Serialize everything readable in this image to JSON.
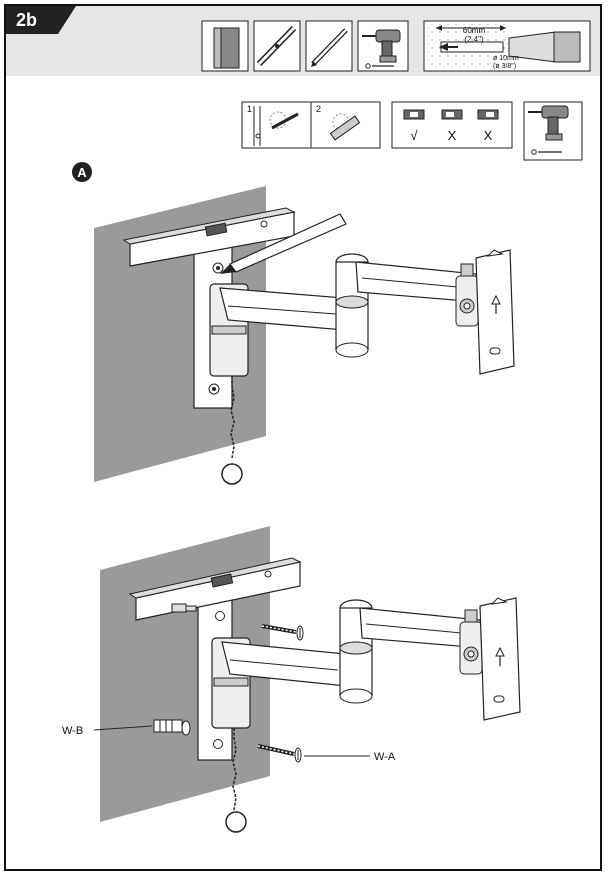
{
  "step": {
    "label": "2b"
  },
  "drill_spec": {
    "depth_mm": "60mm",
    "depth_in": "(2.4\")",
    "diameter_mm": "ø 10mm",
    "diameter_in": "(ø 3/8\")"
  },
  "instructions": {
    "step1_number": "1",
    "step2_number": "2",
    "level_check_ok": "√",
    "level_check_wrong_1": "X",
    "level_check_wrong_2": "X"
  },
  "section": {
    "marker": "A"
  },
  "parts": {
    "anchor_label": "W-B",
    "screw_label": "W-A"
  },
  "colors": {
    "header_band": "#e6e6e6",
    "tab": "#222222",
    "wall": "#9a9a9a",
    "line": "#1a1a1a"
  }
}
